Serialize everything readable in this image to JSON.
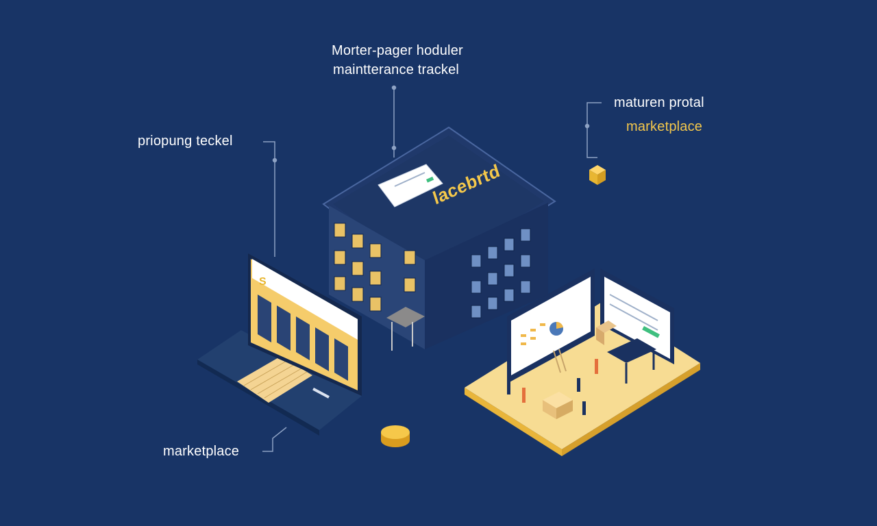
{
  "labels": {
    "top_line1": "Morter-pager hoduler",
    "top_line2": "maintterance trackel",
    "left": "priopung teckel",
    "right_line1": "maturen protal",
    "right_line2": "marketplace",
    "bottom": "marketplace"
  },
  "building_sign": "lacebrtd",
  "colors": {
    "background": "#183466",
    "accent": "#f5c84b",
    "building_dark": "#1d3766",
    "platform_sand": "#f6d88c"
  }
}
